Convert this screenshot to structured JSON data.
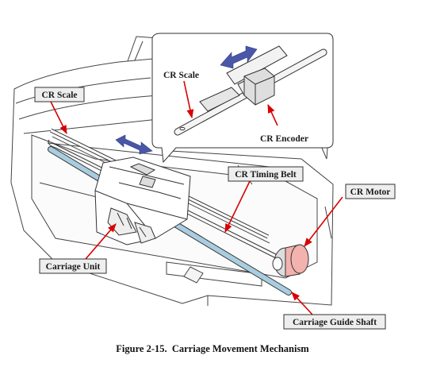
{
  "callout_labels": {
    "cr_scale_left": "CR Scale",
    "cr_scale_zoom": "CR Scale",
    "cr_encoder": "CR Encoder",
    "cr_timing_belt": "CR Timing Belt",
    "cr_motor": "CR Motor",
    "carriage_unit": "Carriage Unit",
    "carriage_guide_shaft": "Carriage Guide Shaft"
  },
  "caption": {
    "figure_number": "Figure 2-15.",
    "title": "Carriage Movement Mechanism"
  },
  "colors": {
    "callout_arrow": "#d90000",
    "motion_arrow": "#4a57a8",
    "guide_shaft": "#a9cde0",
    "motor": "#f3b2ae",
    "label_box": "#eeeeee",
    "outline": "#333333"
  },
  "icons": [
    "double-headed-motion-arrow",
    "callout-arrow"
  ]
}
